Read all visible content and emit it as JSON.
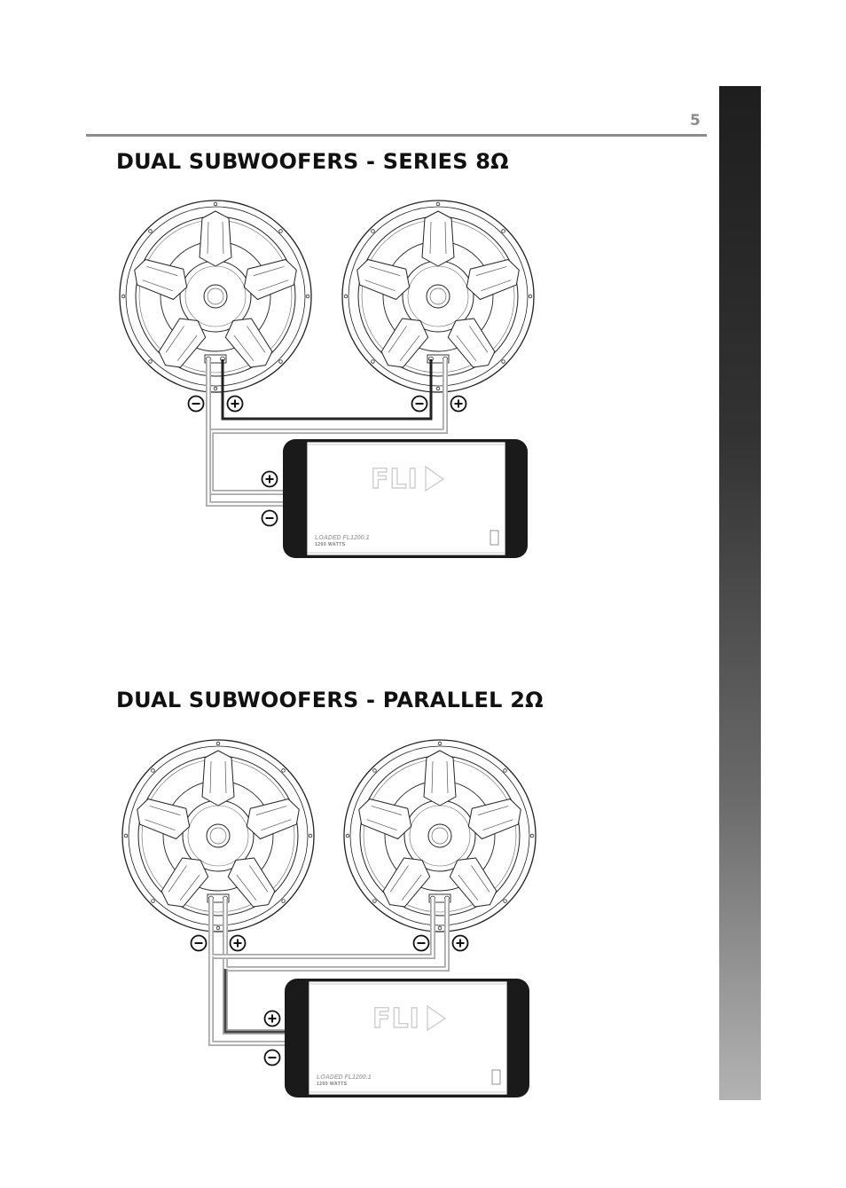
{
  "page": {
    "number": "5"
  },
  "sections": [
    {
      "title": "DUAL SUBWOOFERS - SERIES 8Ω",
      "amplifier": {
        "logo": "FLI",
        "model": "LOADED FL1200.1",
        "watts": "1200 WATTS"
      }
    },
    {
      "title": "DUAL SUBWOOFERS - PARALLEL 2Ω",
      "amplifier": {
        "logo": "FLI",
        "model": "LOADED FL1200.1",
        "watts": "1200 WATTS"
      }
    }
  ],
  "colors": {
    "side_bar_top": "#1e1e1e",
    "side_bar_bottom": "#b3b3b3",
    "rule": "#8c8c8c",
    "wire_dark": "#222222",
    "wire_light": "#a8a8a8"
  }
}
